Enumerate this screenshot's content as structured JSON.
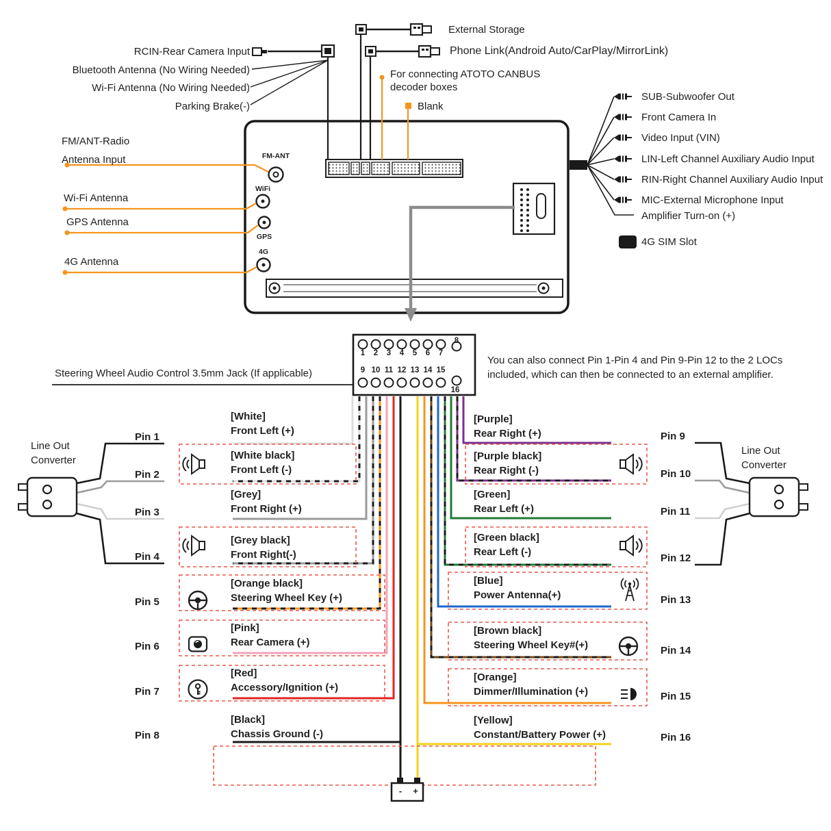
{
  "colors": {
    "accent": "#F7941D",
    "dashed": "#E8594A",
    "arrow_grey": "#8C8C8C",
    "wire": {
      "white": "#DCDCDC",
      "grey": "#9A9A9A",
      "light": "#CFCFCF",
      "black": "#1A1A1A",
      "orange": "#F7941D",
      "pink": "#F2A3B8",
      "red": "#E02420",
      "purple": "#7B2F8E",
      "green": "#1F7A33",
      "blue": "#1F66CE",
      "brown": "#7A4912",
      "yellow": "#F6D01A",
      "stripe": "#1A1A1A"
    }
  },
  "top": {
    "external_storage": "External Storage",
    "phone_link": "Phone Link(Android Auto/CarPlay/MirrorLink)",
    "rcin": "RCIN-Rear Camera Input",
    "bluetooth": "Bluetooth Antenna (No Wiring Needed)",
    "wifi": "Wi-Fi Antenna (No Wiring Needed)",
    "parking_brake": "Parking Brake(-)",
    "canbus_line1": "For connecting ATOTO CANBUS",
    "canbus_line2": "decoder boxes",
    "blank": "Blank"
  },
  "left_side": {
    "fm_line1": "FM/ANT-Radio",
    "fm_line2": "Antenna Input",
    "wifi": "Wi-Fi Antenna",
    "gps": "GPS Antenna",
    "g4": "4G Antenna"
  },
  "unit": {
    "ports": [
      "FM-ANT",
      "WiFi",
      "GPS",
      "4G"
    ]
  },
  "right_side": {
    "items": [
      "SUB-Subwoofer Out",
      "Front Camera In",
      "Video Input (VIN)",
      "LIN-Left Channel Auxiliary Audio Input",
      "RIN-Right Channel Auxiliary Audio Input",
      "MIC-External Microphone Input",
      "Amplifier Turn-on (+)",
      "4G SIM Slot"
    ]
  },
  "harness": {
    "swc_label": "Steering Wheel Audio Control 3.5mm Jack (If applicable)",
    "note_line1": "You can also connect Pin 1-Pin 4 and Pin 9-Pin 12 to the 2 LOCs",
    "note_line2": "included, which can then be connected to an external amplifier.",
    "pin_numbers": [
      "1",
      "2",
      "3",
      "4",
      "5",
      "6",
      "7",
      "8",
      "9",
      "10",
      "11",
      "12",
      "13",
      "14",
      "15",
      "16"
    ]
  },
  "loc_left": {
    "line1": "Line Out",
    "line2": "Converter"
  },
  "loc_right": {
    "line1": "Line Out",
    "line2": "Converter"
  },
  "pins_left": [
    {
      "pin": "Pin 1",
      "color": "[White]",
      "func": "Front Left (+)"
    },
    {
      "pin": "Pin 2",
      "color": "[White black]",
      "func": "Front Left (-)"
    },
    {
      "pin": "Pin 3",
      "color": "[Grey]",
      "func": "Front Right (+)"
    },
    {
      "pin": "Pin 4",
      "color": "[Grey black]",
      "func": "Front Right(-)"
    },
    {
      "pin": "Pin 5",
      "color": "[Orange black]",
      "func": "Steering Wheel Key (+)"
    },
    {
      "pin": "Pin 6",
      "color": "[Pink]",
      "func": "Rear Camera (+)"
    },
    {
      "pin": "Pin 7",
      "color": "[Red]",
      "func": "Accessory/Ignition (+)"
    },
    {
      "pin": "Pin 8",
      "color": "[Black]",
      "func": "Chassis Ground (-)"
    }
  ],
  "pins_right": [
    {
      "pin": "Pin 9",
      "color": "[Purple]",
      "func": "Rear Right (+)"
    },
    {
      "pin": "Pin 10",
      "color": "[Purple black]",
      "func": "Rear Right (-)"
    },
    {
      "pin": "Pin 11",
      "color": "[Green]",
      "func": "Rear Left (+)"
    },
    {
      "pin": "Pin 12",
      "color": "[Green black]",
      "func": "Rear Left (-)"
    },
    {
      "pin": "Pin 13",
      "color": "[Blue]",
      "func": "Power Antenna(+)"
    },
    {
      "pin": "Pin 14",
      "color": "[Brown black]",
      "func": "Steering Wheel Key#(+)"
    },
    {
      "pin": "Pin 15",
      "color": "[Orange]",
      "func": "Dimmer/Illumination (+)"
    },
    {
      "pin": "Pin 16",
      "color": "[Yellow]",
      "func": "Constant/Battery Power (+)"
    }
  ],
  "battery": {
    "minus": "-",
    "plus": "+"
  }
}
